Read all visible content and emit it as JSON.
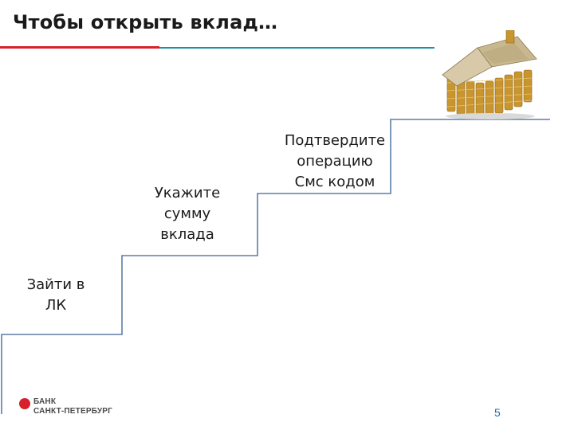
{
  "slide": {
    "title": "Чтобы открыть вклад…",
    "page_number": "5"
  },
  "steps": [
    {
      "label": "Зайти в\nЛК"
    },
    {
      "label": "Укажите\nсумму\nвклада"
    },
    {
      "label": "Подтвердите\nоперацию\nСмс кодом"
    }
  ],
  "logo": {
    "line1": "БАНК",
    "line2": "САНКТ-ПЕТЕРБУРГ",
    "brand_color": "#d6202c"
  },
  "colors": {
    "accent_red": "#d6202c",
    "accent_teal": "#1f8fa8",
    "stair_line": "#5b7fa6",
    "page_number": "#1f6fb0"
  },
  "icons": {
    "house": "money-house-icon",
    "logo": "bank-logo-icon"
  }
}
